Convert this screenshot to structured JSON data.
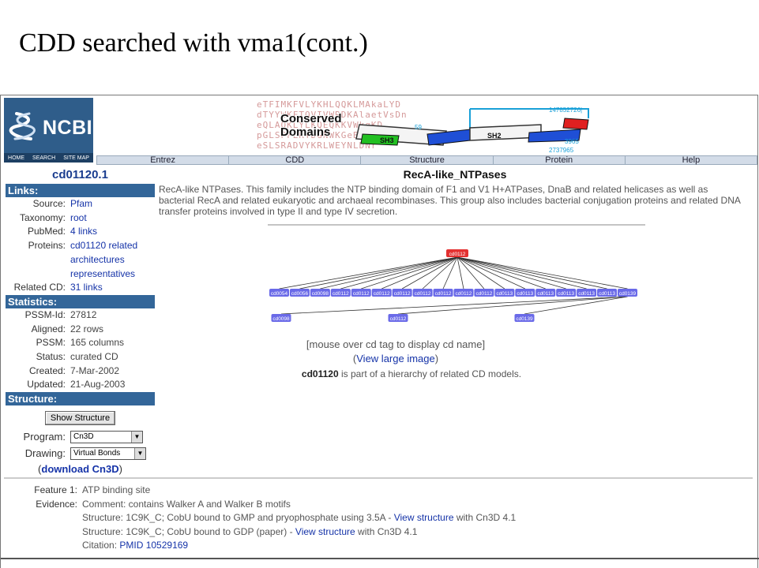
{
  "slide": {
    "title": "CDD searched with vma1(cont.)"
  },
  "banner": {
    "logo_text": "NCBI",
    "logo_links": [
      "HOME",
      "SEARCH",
      "SITE MAP"
    ],
    "seq_lines": [
      "eTFIMKFVLYKHLQQKLMAkaLYD",
      "dTYYWKFTQVIVWRDKAlaetVsDn",
      "eQLAQKLYLKQEQKKVWkqKD",
      "pGLSPFEKYDGNWKGeBKiRd",
      "eSLSRADVYKRLWEYNLDNr"
    ],
    "conserved_line1": "Conserved",
    "conserved_line2": "Domains",
    "domain_labels": {
      "sh3": "SH3",
      "sh2": "SH2",
      "num1": "147852726|",
      "num2": "3965",
      "num3": "2737965",
      "n59": "59"
    }
  },
  "nav": {
    "items": [
      "Entrez",
      "CDD",
      "Structure",
      "Protein",
      "Help"
    ]
  },
  "left": {
    "cd_id": "cd01120.1",
    "links_header": "Links:",
    "links": [
      {
        "key": "Source:",
        "value": "Pfam"
      },
      {
        "key": "Taxonomy:",
        "value": "root"
      },
      {
        "key": "PubMed:",
        "value": "4 links"
      },
      {
        "key": "Proteins:",
        "value": "cd01120 related"
      },
      {
        "key": "",
        "value": "architectures"
      },
      {
        "key": "",
        "value": "representatives"
      },
      {
        "key": "Related CD:",
        "value": "31 links"
      }
    ],
    "stats_header": "Statistics:",
    "stats": [
      {
        "key": "PSSM-Id:",
        "value": "27812"
      },
      {
        "key": "Aligned:",
        "value": "22 rows"
      },
      {
        "key": "PSSM:",
        "value": "165 columns"
      },
      {
        "key": "Status:",
        "value": "curated CD"
      },
      {
        "key": "Created:",
        "value": "7-Mar-2002"
      },
      {
        "key": "Updated:",
        "value": "21-Aug-2003"
      }
    ],
    "structure_header": "Structure:",
    "show_structure": "Show Structure",
    "program_label": "Program:",
    "program_value": "Cn3D",
    "drawing_label": "Drawing:",
    "drawing_value": "Virtual Bonds",
    "download_open": "(",
    "download_link": "download Cn3D",
    "download_close": ")"
  },
  "right": {
    "cd_name": "RecA-like_NTPases",
    "description": "RecA-like NTPases. This family includes the NTP binding domain of F1 and V1 H+ATPases, DnaB and related helicases as well as bacterial RecA and related eukaryotic and archaeal recombinases. This group also includes bacterial conjugation proteins and related DNA transfer proteins involved in type II and type IV secretion.",
    "root_label": "cd0112",
    "child_labels": [
      "cd0054",
      "cd0056",
      "cd0098",
      "cd0112",
      "cd0112",
      "cd0112",
      "cd0112",
      "cd0112",
      "cd0112",
      "cd0112",
      "cd0112",
      "cd0113",
      "cd0113",
      "cd0113",
      "cd0113",
      "cd0113",
      "cd0113",
      "cd0139"
    ],
    "grand_labels": [
      "cd0098",
      "cd0112",
      "cd0139"
    ],
    "mouse_note": "[mouse over cd tag to display cd name]",
    "view_open": "(",
    "view_link": "View large image",
    "view_close": ")",
    "hier_id": "cd01120",
    "hier_text": " is part of a hierarchy of related CD models."
  },
  "features": {
    "feature_label": "Feature 1:",
    "feature_value": "ATP binding site",
    "evidence_label": "Evidence:",
    "comment": "Comment: contains Walker A and Walker B motifs",
    "structure1_text": "Structure: 1C9K_C; CobU bound to GMP and pryophosphate using 3.5A - ",
    "structure1_link": "View structure",
    "structure1_tail": " with Cn3D 4.1",
    "structure2_text": "Structure: 1C9K_C; CobU bound to GDP (paper) - ",
    "structure2_link": "View structure",
    "structure2_tail": " with Cn3D 4.1",
    "citation_text": "Citation: ",
    "citation_link": "PMID 10529169"
  },
  "colors": {
    "bar": "#336699",
    "link": "#1533a8",
    "node": "#6a6ae8",
    "root_node": "#e33131"
  }
}
